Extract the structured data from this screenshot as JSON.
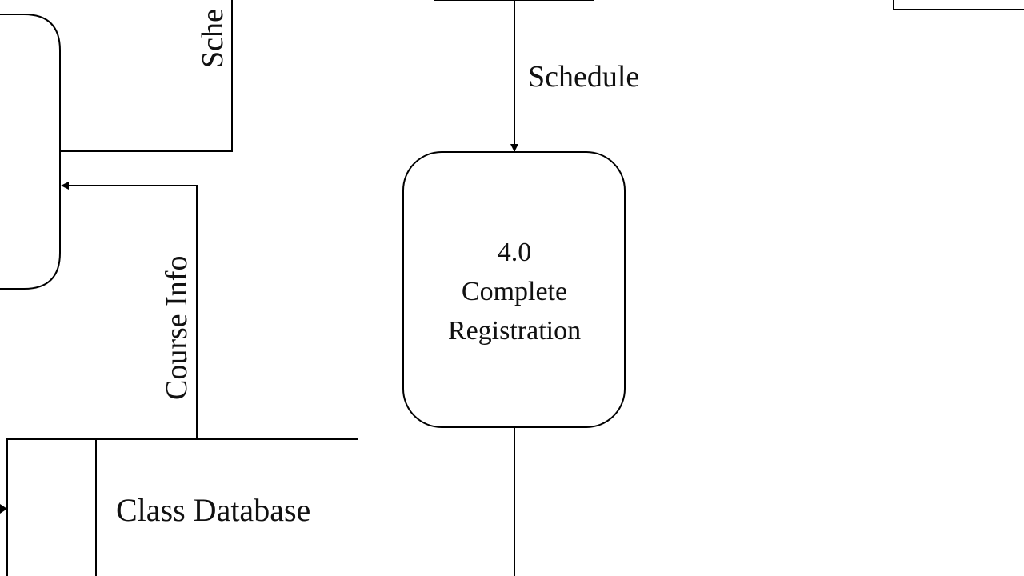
{
  "diagram": {
    "process": {
      "number": "4.0",
      "name_line1": "Complete",
      "name_line2": "Registration"
    },
    "flows": {
      "schedule_top": "Schedule",
      "schedule_left_partial": "Sche",
      "course_info": "Course Info"
    },
    "data_store": {
      "name": "Class Database"
    }
  }
}
